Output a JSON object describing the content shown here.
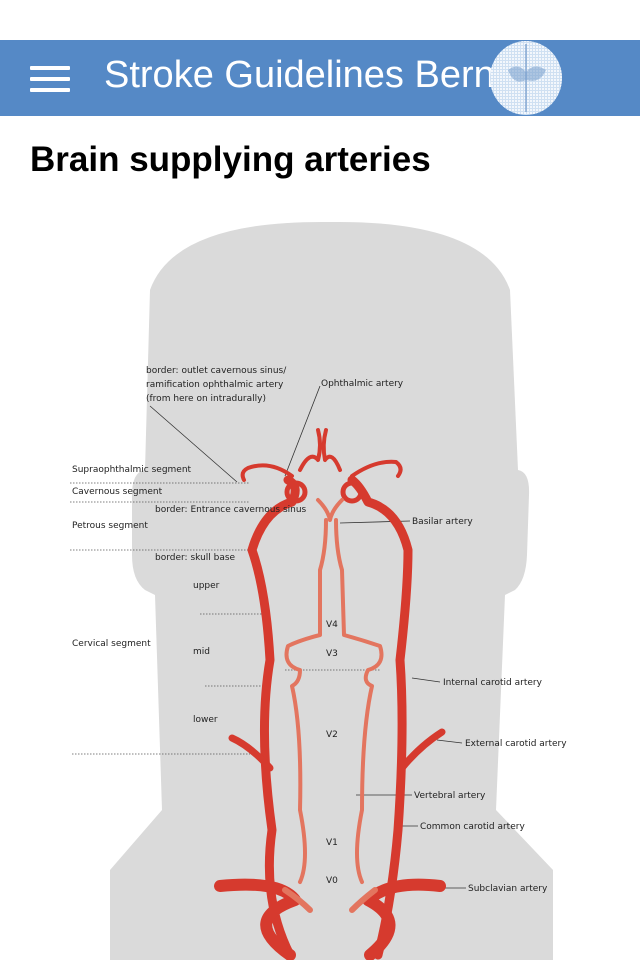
{
  "header": {
    "app_title": "Stroke Guidelines Bern",
    "menu_icon": "hamburger-menu-icon",
    "logo_icon": "brain-scan-logo",
    "header_color": "#5589c6"
  },
  "page": {
    "title": "Brain supplying arteries"
  },
  "diagram": {
    "labels": {
      "border_outlet_1": "border: outlet cavernous sinus/",
      "border_outlet_2": "ramification ophthalmic artery",
      "border_outlet_3": "(from here on intradurally)",
      "ophthalmic": "Ophthalmic artery",
      "supraophthalmic": "Supraophthalmic  segment",
      "cavernous": "Cavernous segment",
      "border_entrance": "border: Entrance cavernous sinus",
      "petrous": "Petrous segment",
      "basilar": "Basilar artery",
      "border_skull": "border: skull base",
      "upper": "upper",
      "cervical": "Cervical segment",
      "mid": "mid",
      "lower": "lower",
      "v4": "V4",
      "v3": "V3",
      "v2": "V2",
      "v1": "V1",
      "v0": "V0",
      "internal_carotid": "Internal carotid artery",
      "external_carotid": "External carotid artery",
      "vertebral": "Vertebral artery",
      "common_carotid": "Common carotid artery",
      "subclavian": "Subclavian artery"
    },
    "colors": {
      "silhouette": "#dadada",
      "artery": "#d63a2e",
      "artery_light": "#e3755f"
    }
  }
}
